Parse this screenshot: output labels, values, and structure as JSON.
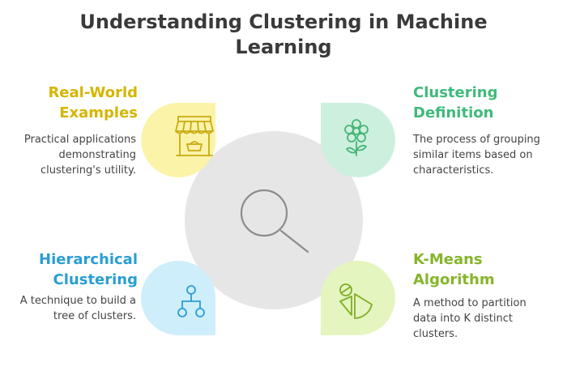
{
  "title_line1": "Understanding Clustering in Machine",
  "title_line2": "Learning",
  "colors": {
    "yellow_text": "#d4b600",
    "yellow_fill": "#fbf3a8",
    "yellow_icon": "#c9aa12",
    "green_text": "#3fba7a",
    "green_fill": "#cdf0de",
    "green_icon": "#45b577",
    "blue_text": "#2a9ed4",
    "blue_fill": "#cfeefb",
    "blue_icon": "#2a9ed4",
    "olive_text": "#86b52a",
    "olive_fill": "#e4f5bf",
    "olive_icon": "#7fae25",
    "center_circle": "#e6e6e6",
    "center_icon": "#8c8c8c"
  },
  "sections": {
    "real_world": {
      "heading_line1": "Real-World",
      "heading_line2": "Examples",
      "desc_line1": "Practical applications",
      "desc_line2": "demonstrating",
      "desc_line3": "clustering's utility.",
      "icon": "market-stall-icon"
    },
    "definition": {
      "heading_line1": "Clustering",
      "heading_line2": "Definition",
      "desc_line1": "The process of grouping",
      "desc_line2": "similar items based on",
      "desc_line3": "characteristics.",
      "icon": "flower-icon"
    },
    "hierarchical": {
      "heading_line1": "Hierarchical",
      "heading_line2": "Clustering",
      "desc_line1": "A technique to build a",
      "desc_line2": "tree of clusters.",
      "icon": "tree-network-icon"
    },
    "kmeans": {
      "heading_line1": "K-Means",
      "heading_line2": "Algorithm",
      "desc_line1": "A method to partition",
      "desc_line2": "data into K distinct",
      "desc_line3": "clusters.",
      "icon": "pie-chart-icon"
    }
  },
  "center_icon": "magnifier-icon"
}
